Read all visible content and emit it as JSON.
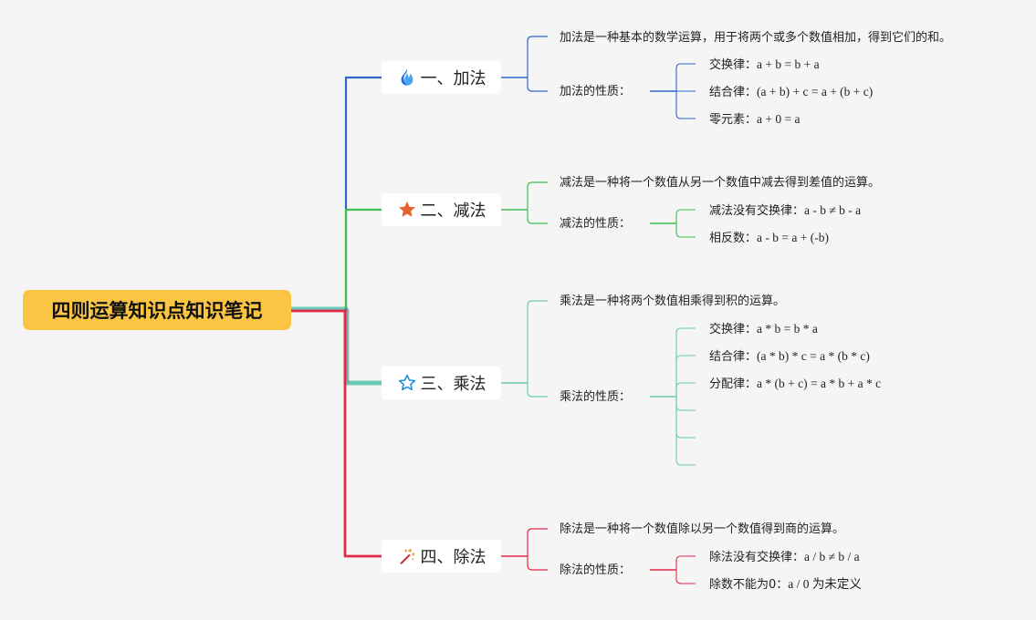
{
  "root": {
    "title": "四则运算知识点知识笔记"
  },
  "branches": [
    {
      "label": "一、加法",
      "icon": "fire-icon",
      "color": "#2f67cc",
      "definition": "加法是一种基本的数学运算，用于将两个或多个数值相加，得到它们的和。",
      "property_label": "加法的性质：",
      "properties": [
        {
          "name": "交换律：",
          "formula": "a + b = b + a"
        },
        {
          "name": "结合律：",
          "formula": "(a + b) + c = a + (b + c)"
        },
        {
          "name": "零元素：",
          "formula": "a + 0 = a"
        }
      ]
    },
    {
      "label": "二、减法",
      "icon": "star-icon",
      "color": "#3fbf4f",
      "definition": "减法是一种将一个数值从另一个数值中减去得到差值的运算。",
      "property_label": "减法的性质：",
      "properties": [
        {
          "name": "减法没有交换律：",
          "formula": "a - b ≠ b - a"
        },
        {
          "name": "相反数：",
          "formula": "a - b = a + (-b)"
        }
      ]
    },
    {
      "label": "三、乘法",
      "icon": "star-outline-icon",
      "color": "#6cc9b6",
      "definition": "乘法是一种将两个数值相乘得到积的运算。",
      "property_label": "乘法的性质：",
      "properties": [
        {
          "name": "交换律：",
          "formula": "a * b = b * a"
        },
        {
          "name": "结合律：",
          "formula": "(a * b) * c = a * (b * c)"
        },
        {
          "name": "分配律：",
          "formula": "a * (b + c) = a * b + a * c"
        },
        {
          "name": "",
          "formula": ""
        },
        {
          "name": "",
          "formula": ""
        },
        {
          "name": "",
          "formula": ""
        }
      ]
    },
    {
      "label": "四、除法",
      "icon": "magic-wand-icon",
      "color": "#e5284a",
      "definition": "除法是一种将一个数值除以另一个数值得到商的运算。",
      "property_label": "除法的性质：",
      "properties": [
        {
          "name": "除法没有交换律：",
          "formula": "a / b ≠ b / a"
        },
        {
          "name": "除数不能为0：",
          "formula": "a / 0 为未定义"
        }
      ]
    }
  ]
}
